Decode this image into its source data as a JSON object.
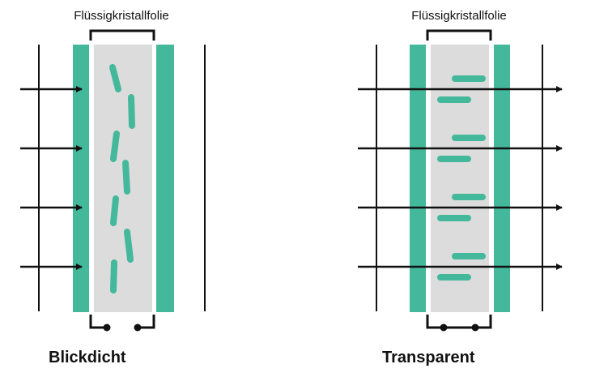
{
  "colors": {
    "glass": "#44b89b",
    "foil": "#dcdcdc",
    "line": "#111111",
    "crystal": "#44b89b",
    "background": "#ffffff"
  },
  "panels": [
    {
      "id": "left",
      "foil_label": "Flüssigkristallfolie",
      "caption": "Blickdicht",
      "light_passes": false,
      "circuit_closed": false
    },
    {
      "id": "right",
      "foil_label": "Flüssigkristallfolie",
      "caption": "Transparent",
      "light_passes": true,
      "circuit_closed": true
    }
  ],
  "icons": {
    "arrow": "arrow-right-icon",
    "crystal": "liquid-crystal-molecule",
    "switch_contact": "switch-contact-dot"
  }
}
